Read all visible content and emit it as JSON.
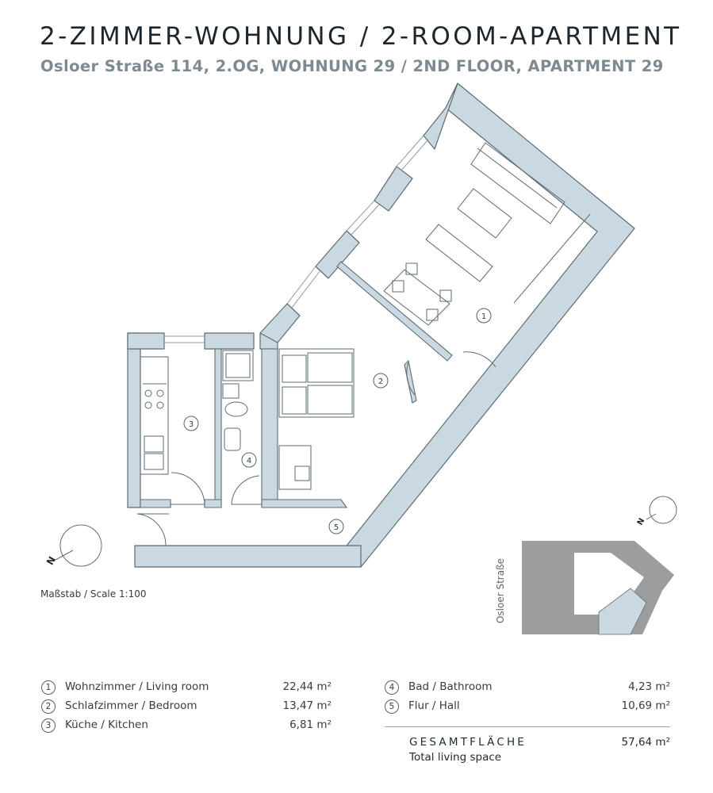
{
  "header": {
    "title": "2-ZIMMER-WOHNUNG / 2-ROOM-APARTMENT",
    "subtitle": "Osloer Straße 114, 2.OG, WOHNUNG 29 / 2ND FLOOR, APARTMENT 29"
  },
  "plan": {
    "scale": "Maßstab / Scale 1:100",
    "room_markers": [
      "1",
      "2",
      "3",
      "4",
      "5"
    ],
    "wall_color": "#c9d8e1",
    "line_color": "#5e6b73"
  },
  "site_map": {
    "street": "Osloer Straße",
    "building_color": "#9c9d9e",
    "highlight_color": "#c9d8e1"
  },
  "compass": {
    "north_letter": "N"
  },
  "rooms": [
    {
      "num": "1",
      "label": "Wohnzimmer / Living room",
      "area": "22,44 m²"
    },
    {
      "num": "2",
      "label": "Schlafzimmer / Bedroom",
      "area": "13,47 m²"
    },
    {
      "num": "3",
      "label": "Küche / Kitchen",
      "area": "6,81 m²"
    },
    {
      "num": "4",
      "label": "Bad / Bathroom",
      "area": "4,23 m²"
    },
    {
      "num": "5",
      "label": "Flur / Hall",
      "area": "10,69 m²"
    }
  ],
  "total": {
    "label": "GESAMTFLÄCHE",
    "sublabel": "Total living space",
    "area": "57,64 m²"
  }
}
